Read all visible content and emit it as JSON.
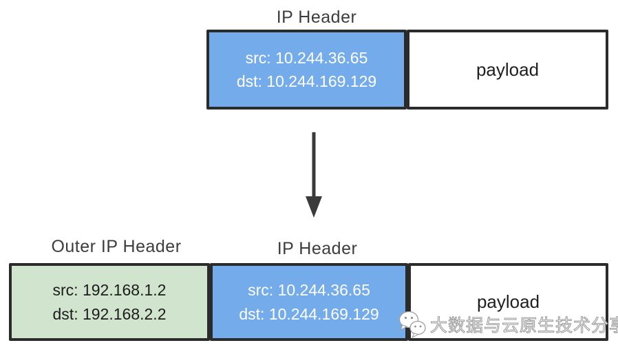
{
  "top_packet": {
    "label": "IP Header",
    "header": {
      "src": "src: 10.244.36.65",
      "dst": "dst: 10.244.169.129"
    },
    "payload_label": "payload"
  },
  "bottom_packet": {
    "outer_label": "Outer IP Header",
    "inner_label": "IP Header",
    "outer_header": {
      "src": "src: 192.168.1.2",
      "dst": "dst: 192.168.2.2"
    },
    "inner_header": {
      "src": "src: 10.244.36.65",
      "dst": "dst: 10.244.169.129"
    },
    "payload_label": "payload"
  },
  "watermark": {
    "icon": "wechat-icon",
    "text": "大数据与云原生技术分享"
  },
  "colors": {
    "inner_header_fill": "#74ABEB",
    "outer_header_fill": "#D1E5CE",
    "payload_fill": "#FFFFFF",
    "border": "#2B2B2B",
    "label_text": "#3D3D3D",
    "arrow": "#3A3A3A",
    "header_text_light": "#FFFFFF",
    "header_text_dark": "#1C1C1C"
  }
}
